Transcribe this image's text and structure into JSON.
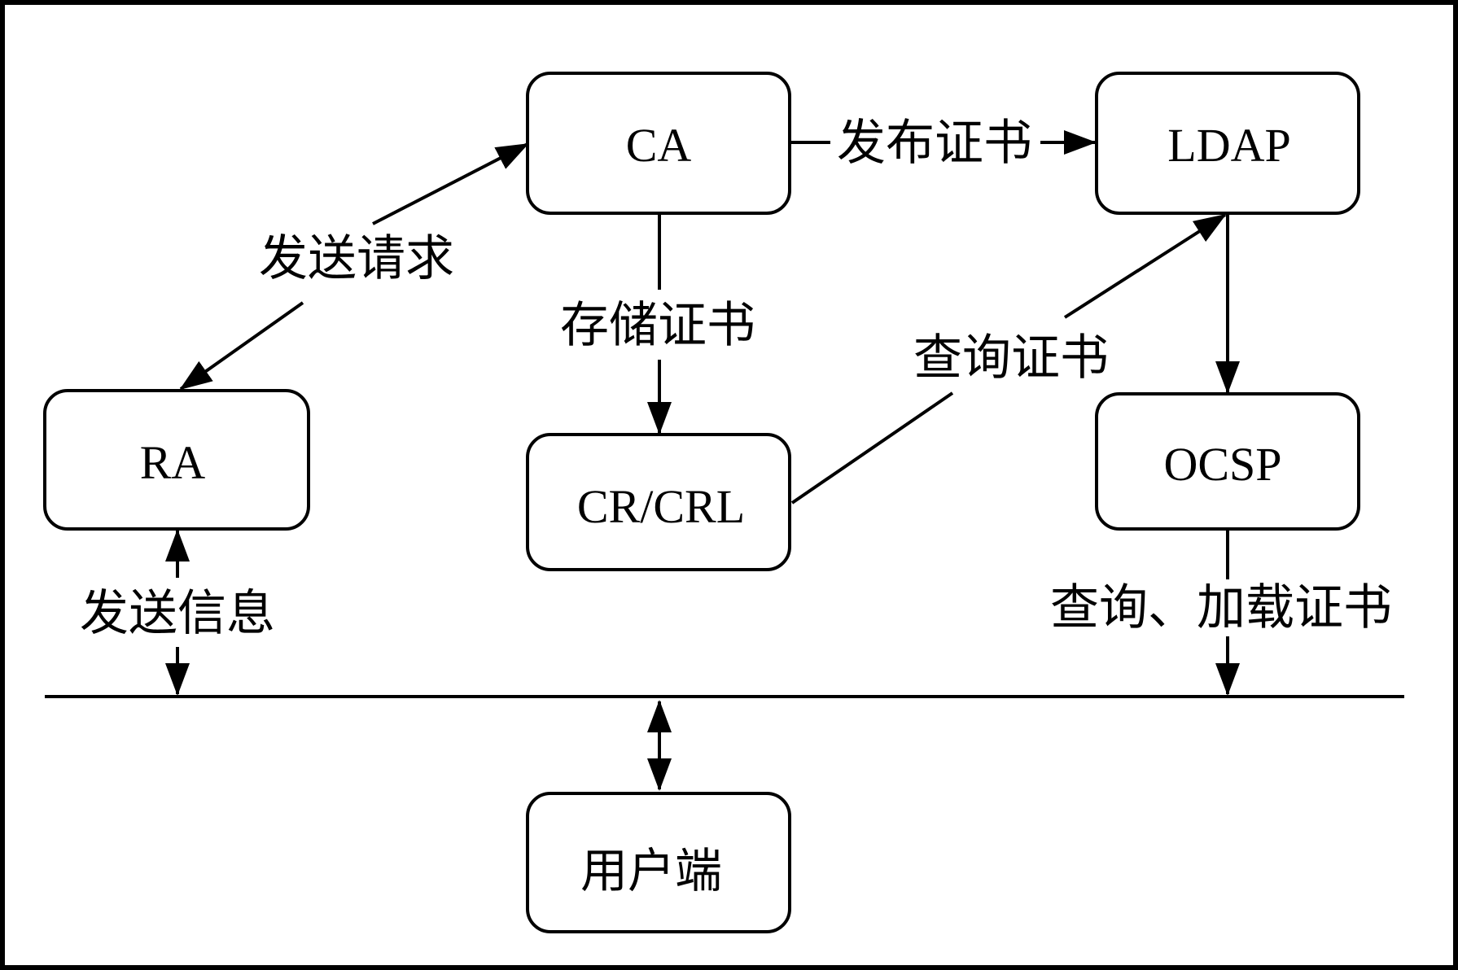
{
  "nodes": {
    "ca": "CA",
    "ldap": "LDAP",
    "ra": "RA",
    "crl": "CR/CRL",
    "ocsp": "OCSP",
    "user": "用户端"
  },
  "edges": {
    "ca_ra": "发送请求",
    "ca_ldap": "发布证书",
    "ca_crl": "存储证书",
    "crl_ldap": "查询证书",
    "ra_bus": "发送信息",
    "ocsp_bus": "查询、加载证书"
  },
  "colors": {
    "stroke": "#000000",
    "background": "#ffffff"
  }
}
